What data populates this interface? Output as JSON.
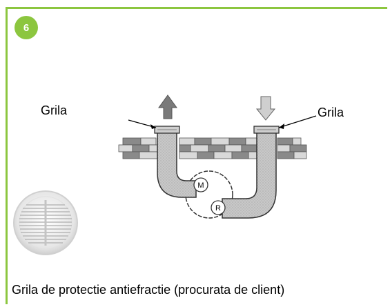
{
  "step": {
    "number": "6"
  },
  "labels": {
    "grila_left": "Grila",
    "grila_right": "Grila",
    "motor": "M",
    "recuperator": "R"
  },
  "caption": "Grila de protectie antiefractie (procurata de client)",
  "colors": {
    "accent": "#8cc63f",
    "pipe_fill": "#bfbfbf",
    "brick_dark": "#8a8a8a",
    "brick_light": "#d9d9d9",
    "arrow_out": "#7a7a7a",
    "arrow_in": "#cfcfcf"
  }
}
